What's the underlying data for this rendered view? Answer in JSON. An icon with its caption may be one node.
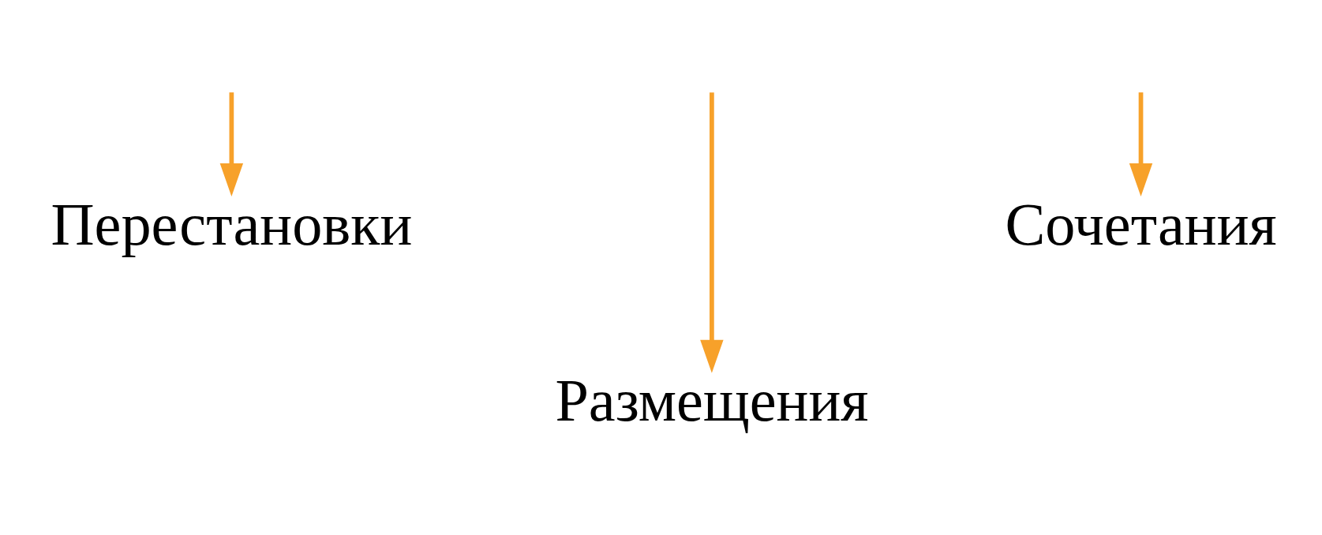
{
  "diagram": {
    "nodes": [
      {
        "text": [
          "Перестановки"
        ]
      },
      {
        "text": [
          "Размещения"
        ]
      },
      {
        "text": [
          "Сочетания"
        ]
      }
    ],
    "edges": [
      {
        "from": null,
        "to": 0,
        "arrow": "to"
      },
      {
        "from": null,
        "to": 1,
        "arrow": "to"
      },
      {
        "from": null,
        "to": 2,
        "arrow": "to"
      }
    ]
  }
}
